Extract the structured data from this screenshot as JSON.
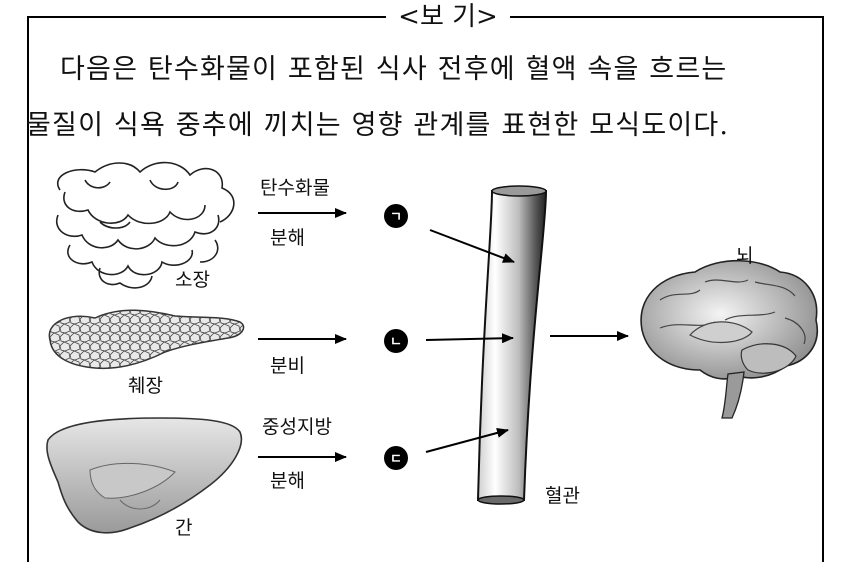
{
  "box": {
    "title": "<보 기>"
  },
  "intro": {
    "line1": "다음은 탄수화물이 포함된 식사 전후에 혈액 속을 흐르는",
    "line2": "물질이 식욕 중추에 끼치는 영향 관계를 표현한 모식도이다."
  },
  "organs": {
    "small_intestine": "소장",
    "pancreas": "췌장",
    "liver": "간",
    "brain": "뇌",
    "blood_vessel": "혈관"
  },
  "arrows": {
    "top_above": "탄수화물",
    "top_below": "분해",
    "middle_below": "분비",
    "bottom_above": "중성지방",
    "bottom_below": "분해"
  },
  "markers": {
    "a": "ㄱ",
    "b": "ㄴ",
    "c": "ㄷ"
  }
}
